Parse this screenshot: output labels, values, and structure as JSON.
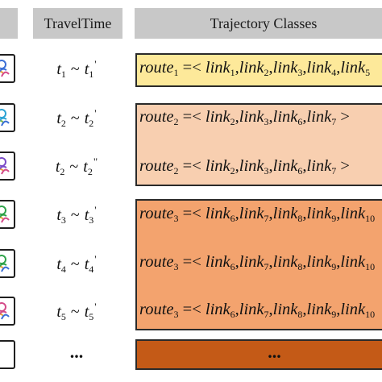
{
  "header": {
    "col_travel": "TravelTime",
    "col_classes": "Trajectory Classes"
  },
  "users": [
    {
      "icon": "person-group-icon",
      "colors": [
        "#3b6fd6",
        "#e8a23a",
        "#d44b8a"
      ]
    },
    {
      "icon": "person-group-icon",
      "colors": [
        "#2aa3d4",
        "#7ab84a",
        "#3b6fd6"
      ]
    },
    {
      "icon": "person-group-icon",
      "colors": [
        "#7a4bc7",
        "#e8a23a",
        "#d44b8a"
      ]
    },
    {
      "icon": "person-group-icon",
      "colors": [
        "#2fa34a",
        "#e8a23a",
        "#d44b8a"
      ]
    },
    {
      "icon": "person-group-icon",
      "colors": [
        "#2fa34a",
        "#e8a23a",
        "#3b6fd6"
      ]
    },
    {
      "icon": "person-group-icon",
      "colors": [
        "#d44b8a",
        "#e8a23a",
        "#3b6fd6"
      ]
    }
  ],
  "travel_times": [
    {
      "a_var": "t",
      "a_sub": "1",
      "b_var": "t",
      "b_sub": "1",
      "b_prime": "'"
    },
    {
      "a_var": "t",
      "a_sub": "2",
      "b_var": "t",
      "b_sub": "2",
      "b_prime": "'"
    },
    {
      "a_var": "t",
      "a_sub": "2",
      "b_var": "t",
      "b_sub": "2",
      "b_prime": "\""
    },
    {
      "a_var": "t",
      "a_sub": "3",
      "b_var": "t",
      "b_sub": "3",
      "b_prime": "'"
    },
    {
      "a_var": "t",
      "a_sub": "4",
      "b_var": "t",
      "b_sub": "4",
      "b_prime": "'"
    },
    {
      "a_var": "t",
      "a_sub": "5",
      "b_var": "t",
      "b_sub": "5",
      "b_prime": "'"
    }
  ],
  "tilde": "~",
  "ellipsis": "...",
  "classes": [
    {
      "color": "#fde99a",
      "routes": [
        {
          "name": "route",
          "sub": "1",
          "links": [
            "1",
            "2",
            "3",
            "4",
            "5"
          ],
          "close": ""
        }
      ]
    },
    {
      "color": "#f8cfb0",
      "routes": [
        {
          "name": "route",
          "sub": "2",
          "links": [
            "2",
            "3",
            "6",
            "7"
          ],
          "close": " >"
        },
        {
          "name": "route",
          "sub": "2",
          "links": [
            "2",
            "3",
            "6",
            "7"
          ],
          "close": " >"
        }
      ]
    },
    {
      "color": "#f3a36e",
      "routes": [
        {
          "name": "route",
          "sub": "3",
          "links": [
            "6",
            "7",
            "8",
            "9",
            "10"
          ],
          "close": ""
        },
        {
          "name": "route",
          "sub": "3",
          "links": [
            "6",
            "7",
            "8",
            "9",
            "10"
          ],
          "close": ""
        },
        {
          "name": "route",
          "sub": "3",
          "links": [
            "6",
            "7",
            "8",
            "9",
            "10"
          ],
          "close": ""
        }
      ]
    },
    {
      "color": "#c45a17",
      "routes": []
    }
  ],
  "route_syntax": {
    "eq": " =",
    "open": "< ",
    "link": "link",
    "sep": ","
  }
}
